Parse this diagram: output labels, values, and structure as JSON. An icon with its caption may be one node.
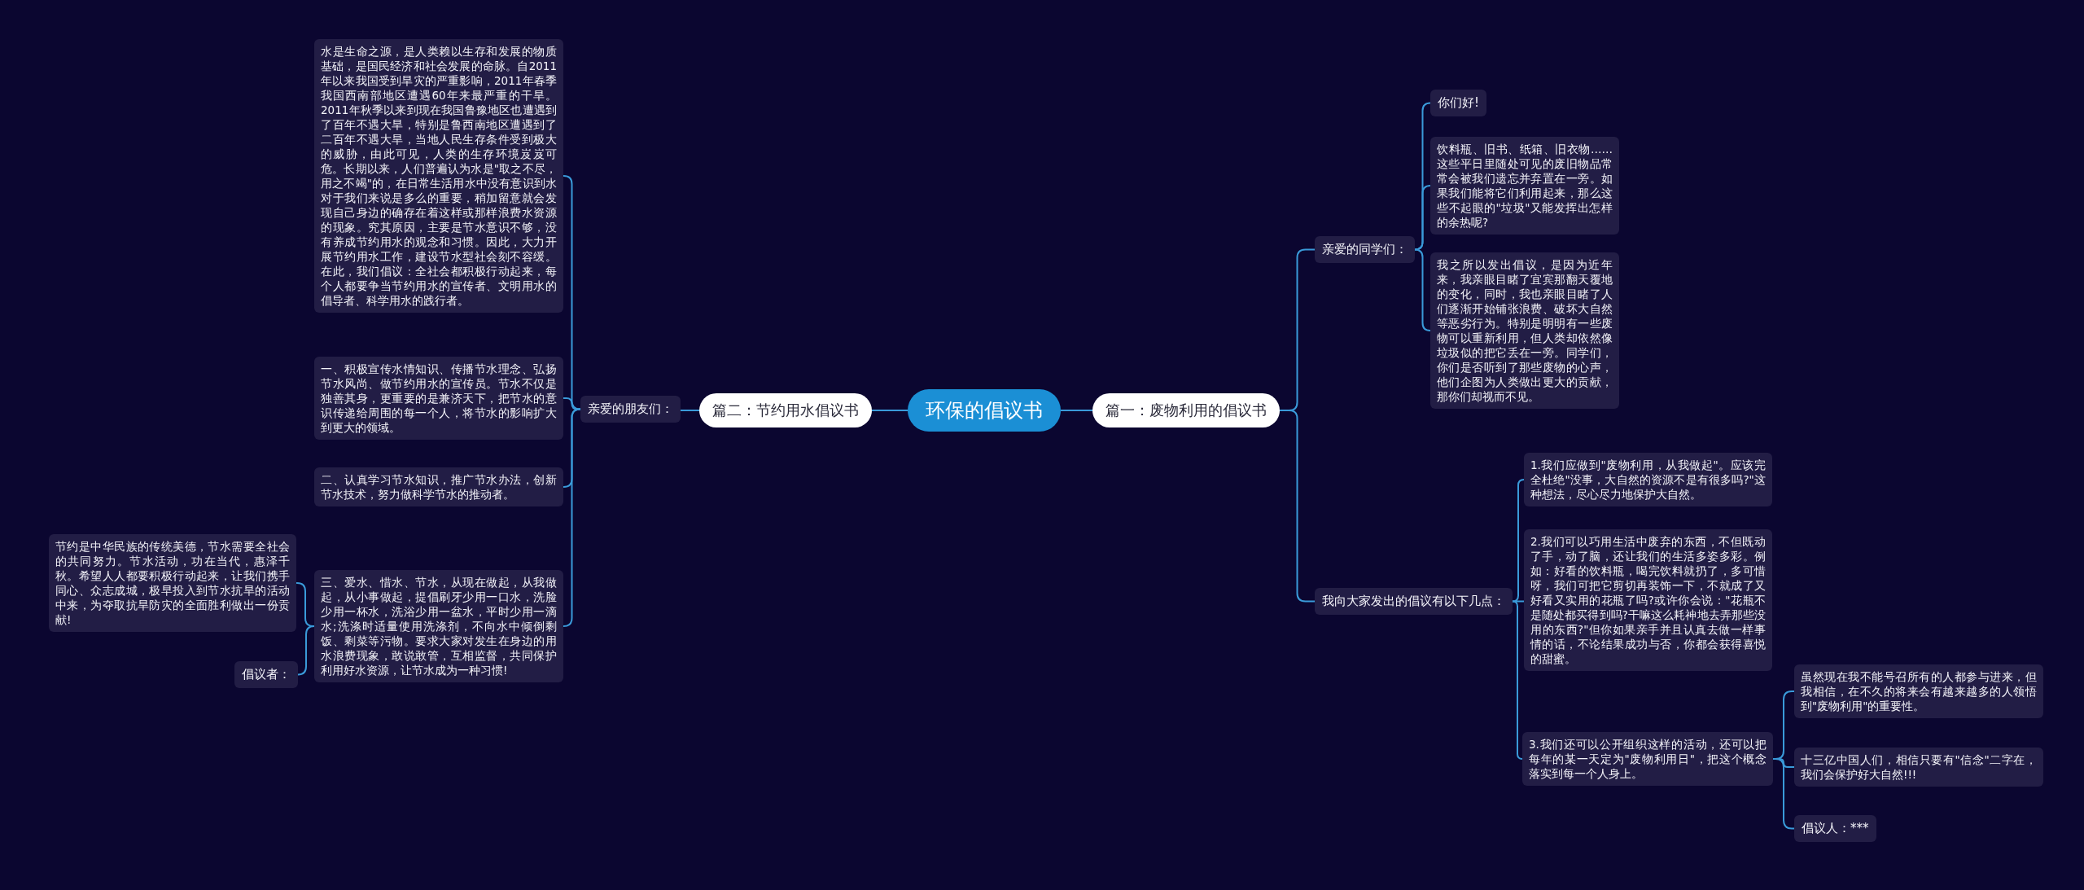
{
  "diagram": {
    "nodes": [
      {
        "text": [
          "环保的倡议书"
        ]
      },
      {
        "text": [
          "篇二：节约用水倡议书"
        ]
      },
      {
        "text": [
          "亲爱的朋友们："
        ]
      },
      {
        "text": [
          "水是生命之源，是人类赖以生存和发展的物质基础，是国民经济和社会发展的命脉。自2011年以来我国受到旱灾的严重影响，2011年春季我国西南部地区遭遇60年来最严重的干旱。2011年秋季以来到现在我国鲁豫地区也遭遇到了百年不遇大旱，特别是鲁西南地区遭遇到了二百年不遇大旱，当地人民生存条件受到极大的威胁，由此可见，人类的生存环境岌岌可危。长期以来，人们普遍认为水是\"取之不尽，用之不竭\"的，在日常生活用水中没有意识到水对于我们来说是多么的重要，稍加留意就会发现自己身边的确存在着这样或那样浪费水资源的现象。究其原因，主要是节水意识不够，没有养成节约用水的观念和习惯。因此，大力开展节约用水工作，建设节水型社会刻不容缓。在此，我们倡议：全社会都积极行动起来，每个人都要争当节约用水的宣传者、文明用水的倡导者、科学用水的践行者。"
        ]
      },
      {
        "text": [
          "一、积极宣传水情知识、传播节水理念、弘扬节水风尚、做节约用水的宣传员。节水不仅是独善其身，更重要的是兼济天下，把节水的意识传递给周围的每一个人，将节水的影响扩大到更大的领域。"
        ]
      },
      {
        "text": [
          "二、认真学习节水知识，推广节水办法，创新节水技术，努力做科学节水的推动者。"
        ]
      },
      {
        "text": [
          "三、爱水、惜水、节水，从现在做起，从我做起，从小事做起，提倡刷牙少用一口水，洗脸少用一杯水，洗浴少用一盆水，平时少用一滴水;洗涤时适量使用洗涤剂，不向水中倾倒剩饭、剩菜等污物。要求大家对发生在身边的用水浪费现象，敢说敢管，互相监督，共同保护利用好水资源，让节水成为一种习惯!"
        ]
      },
      {
        "text": [
          "节约是中华民族的传统美德，节水需要全社会的共同努力。节水活动，功在当代，惠泽千秋。希望人人都要积极行动起来，让我们携手同心、众志成城，极早投入到节水抗旱的活动中来，为夺取抗旱防灾的全面胜利做出一份贡献!"
        ]
      },
      {
        "text": [
          "倡议者："
        ]
      },
      {
        "text": [
          "篇一：废物利用的倡议书"
        ]
      },
      {
        "text": [
          "亲爱的同学们："
        ]
      },
      {
        "text": [
          "你们好!"
        ]
      },
      {
        "text": [
          "饮料瓶、旧书、纸箱、旧衣物……这些平日里随处可见的废旧物品常常会被我们遗忘并弃置在一旁。如果我们能将它们利用起来，那么这些不起眼的\"垃圾\"又能发挥出怎样的余热呢?"
        ]
      },
      {
        "text": [
          "我之所以发出倡议，是因为近年来，我亲眼目睹了宜宾那翻天覆地的变化，同时，我也亲眼目睹了人们逐渐开始铺张浪费、破坏大自然等恶劣行为。特别是明明有一些废物可以重新利用，但人类却依然像垃圾似的把它丢在一旁。同学们，你们是否听到了那些废物的心声，他们企图为人类做出更大的贡献，那你们却视而不见。"
        ]
      },
      {
        "text": [
          "我向大家发出的倡议有以下几点："
        ]
      },
      {
        "text": [
          "1.我们应做到\"废物利用，从我做起\"。应该完全杜绝\"没事，大自然的资源不是有很多吗?\"这种想法，尽心尽力地保护大自然。"
        ]
      },
      {
        "text": [
          "2.我们可以巧用生活中废弃的东西，不但既动了手，动了脑，还让我们的生活多姿多彩。例如：好看的饮料瓶，喝完饮料就扔了，多可惜呀，我们可把它剪切再装饰一下，不就成了又好看又实用的花瓶了吗?或许你会说：\"花瓶不是随处都买得到吗?干嘛这么耗神地去弄那些没用的东西?\"但你如果亲手并且认真去做一样事情的话，不论结果成功与否，你都会获得喜悦的甜蜜。"
        ]
      },
      {
        "text": [
          "3.我们还可以公开组织这样的活动，还可以把每年的某一天定为\"废物利用日\"，把这个概念落实到每一个人身上。"
        ]
      },
      {
        "text": [
          "虽然现在我不能号召所有的人都参与进来，但我相信，在不久的将来会有越来越多的人领悟到\"废物利用\"的重要性。"
        ]
      },
      {
        "text": [
          "十三亿中国人们，相信只要有\"信念\"二字在，我们会保护好大自然!!!"
        ]
      },
      {
        "text": [
          "倡议人：***"
        ]
      }
    ],
    "edges": [
      {
        "from": 0,
        "to": 1,
        "arrow": "none"
      },
      {
        "from": 1,
        "to": 2,
        "arrow": "none"
      },
      {
        "from": 2,
        "to": 3,
        "arrow": "none"
      },
      {
        "from": 2,
        "to": 4,
        "arrow": "none"
      },
      {
        "from": 2,
        "to": 5,
        "arrow": "none"
      },
      {
        "from": 2,
        "to": 6,
        "arrow": "none"
      },
      {
        "from": 6,
        "to": 7,
        "arrow": "none"
      },
      {
        "from": 6,
        "to": 8,
        "arrow": "none"
      },
      {
        "from": 0,
        "to": 9,
        "arrow": "none"
      },
      {
        "from": 9,
        "to": 10,
        "arrow": "none"
      },
      {
        "from": 10,
        "to": 11,
        "arrow": "none"
      },
      {
        "from": 10,
        "to": 12,
        "arrow": "none"
      },
      {
        "from": 10,
        "to": 13,
        "arrow": "none"
      },
      {
        "from": 9,
        "to": 14,
        "arrow": "none"
      },
      {
        "from": 14,
        "to": 15,
        "arrow": "none"
      },
      {
        "from": 14,
        "to": 16,
        "arrow": "none"
      },
      {
        "from": 14,
        "to": 17,
        "arrow": "none"
      },
      {
        "from": 17,
        "to": 18,
        "arrow": "none"
      },
      {
        "from": 17,
        "to": 19,
        "arrow": "none"
      },
      {
        "from": 17,
        "to": 20,
        "arrow": "none"
      }
    ]
  }
}
